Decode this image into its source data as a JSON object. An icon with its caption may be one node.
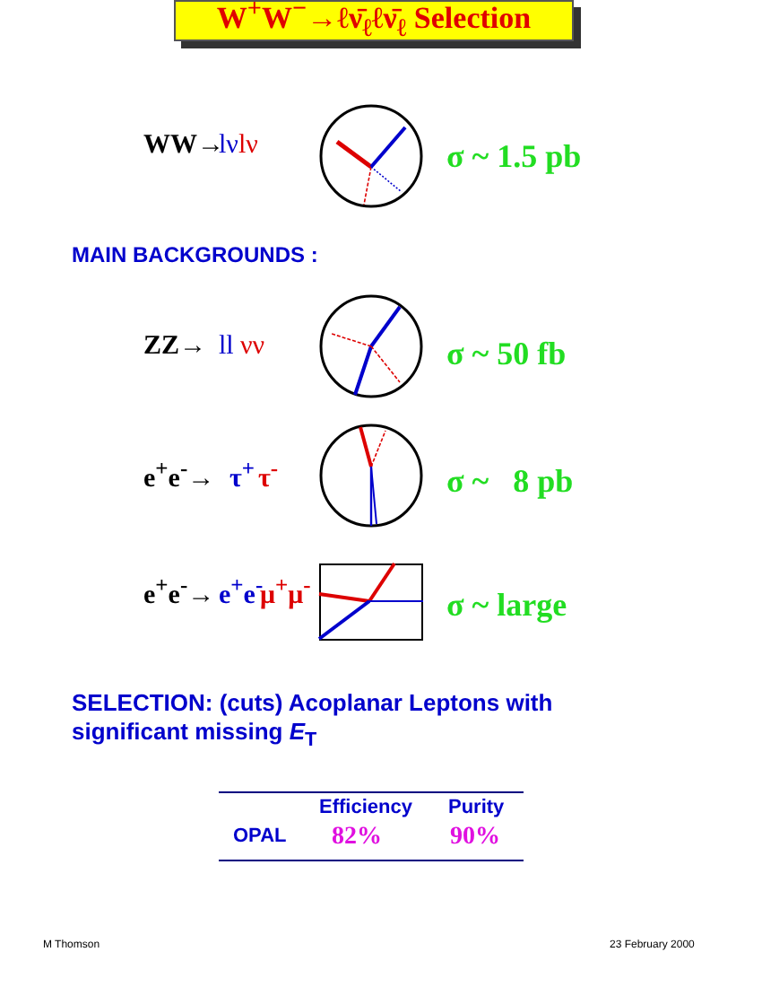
{
  "diagram": {
    "title": "W$^{+}$W$^{−}$→ℓν̄$_{ℓ}$ℓν̄$_{ℓ}$ Selection",
    "labels": [
      "WW→",
      "lν",
      "lν",
      "σ ~ 1.5 pb",
      "MAIN BACKGROUNDS :",
      "ZZ→",
      "ll",
      "νν",
      "σ ~ 50 fb",
      "e$^{+}$e$^{-}$→",
      "τ$^{+}$",
      "τ$^{-}$",
      "σ ~   8 pb",
      "e$^{+}$e$^{-}$→",
      "e$^{+}$e$^{-}$",
      "μ$^{+}$μ$^{-}$",
      "σ ~ large",
      "SELECTION: (cuts) Acoplanar Leptons with significant missing *E*$_{T}$",
      "Efficiency",
      "Purity",
      "OPAL",
      "82%",
      "90%",
      "M Thomson",
      "23 February 2000"
    ]
  }
}
